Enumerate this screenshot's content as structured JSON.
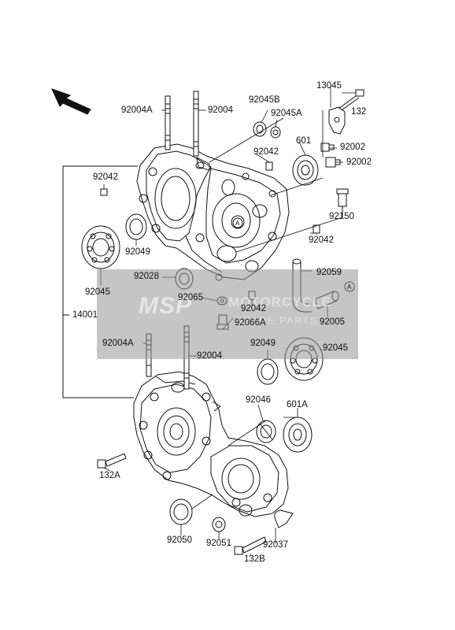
{
  "labels": {
    "l_132": "132",
    "l_13045": "13045",
    "l_92004A_top": "92004A",
    "l_92004_top": "92004",
    "l_92045B": "92045B",
    "l_92045A": "92045A",
    "l_92042_a": "92042",
    "l_601": "601",
    "l_92002_a": "92002",
    "l_92002_b": "92002",
    "l_92042_b": "92042",
    "l_92150": "92150",
    "l_92049_top": "92049",
    "l_92045_left": "92045",
    "l_92042_c": "92042",
    "l_92028": "92028",
    "l_92059": "92059",
    "l_92065": "92065",
    "l_92042_d": "92042",
    "l_92005": "92005",
    "l_14001": "14001",
    "l_92066A": "92066A",
    "l_92004A_bot": "92004A",
    "l_92004_bot": "92004",
    "l_92049_bot": "92049",
    "l_92045_right": "92045",
    "l_92046": "92046",
    "l_601A": "601A",
    "l_132A": "132A",
    "l_92050": "92050",
    "l_92051": "92051",
    "l_92037": "92037",
    "l_132B": "132B",
    "ref_A1": "A",
    "ref_A2": "A"
  },
  "watermark": {
    "logo": "MSP",
    "text": "MOTORCYCLE",
    "sub": "SPARE PARTS"
  },
  "colors": {
    "line": "#111111",
    "watermark": "#969696"
  },
  "icons": {
    "direction": "front-arrow-icon"
  }
}
